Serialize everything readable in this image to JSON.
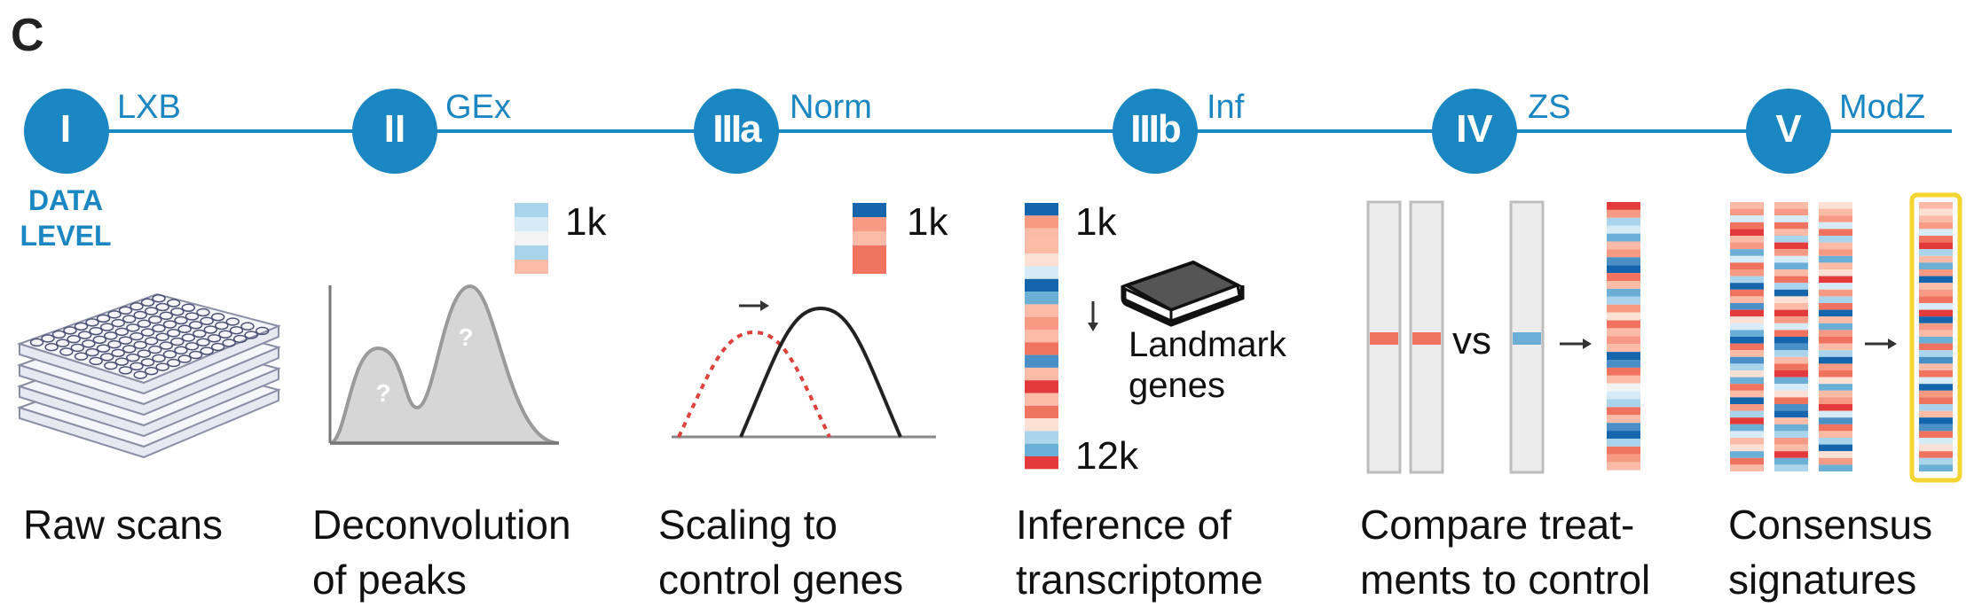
{
  "panel_label": "C",
  "data_level_label": [
    "DATA",
    "LEVEL"
  ],
  "stages": [
    {
      "num": "I",
      "tag": "LXB",
      "caption": [
        "Raw scans"
      ]
    },
    {
      "num": "II",
      "tag": "GEx",
      "caption": [
        "Deconvolution",
        "of peaks"
      ]
    },
    {
      "num": "IIIa",
      "tag": "Norm",
      "caption": [
        "Scaling to",
        "control genes"
      ]
    },
    {
      "num": "IIIb",
      "tag": "Inf",
      "caption": [
        "Inference of",
        "transcriptome"
      ]
    },
    {
      "num": "IV",
      "tag": "ZS",
      "caption": [
        "Compare treat-",
        "ments to control"
      ]
    },
    {
      "num": "V",
      "tag": "ModZ",
      "caption": [
        "Consensus",
        "signatures"
      ]
    }
  ],
  "stage2_label": "1k",
  "stage3_label": "1k",
  "stage4_top_label": "1k",
  "stage4_bottom_label": "12k",
  "landmark_label": [
    "Landmark",
    "genes"
  ],
  "vs_label": "vs",
  "peak_marker": "?",
  "colors": {
    "accent": "#1a86c2",
    "highlight": "#f5d531",
    "red_dotted": "#e0403a",
    "gray_fill": "#d6d6d6",
    "strip_border": "#bdbdbd"
  }
}
